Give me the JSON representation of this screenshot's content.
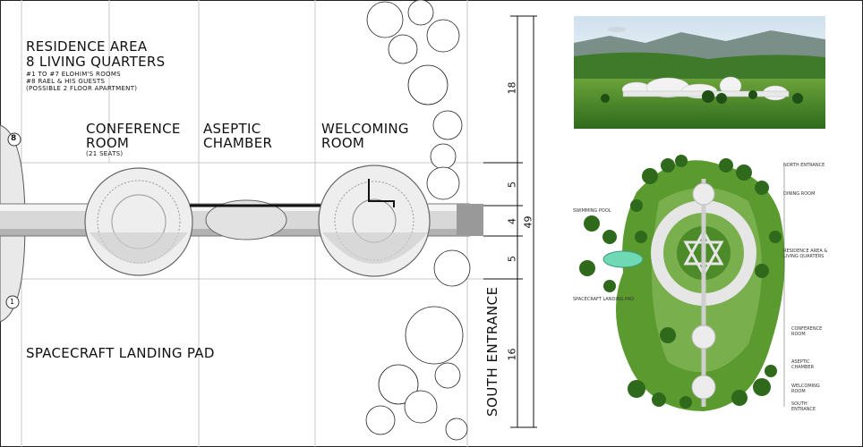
{
  "left_plan": {
    "residence_title": "RESIDENCE AREA",
    "residence_subtitle": "8 LIVING QUARTERS",
    "residence_note_1": "#1 TO #7 ELOHIM'S ROOMS",
    "residence_note_2": "#8 RAEL & HIS GUESTS",
    "residence_note_3": "(POSSIBLE 2 FLOOR APARTMENT)",
    "room_number_8": "8",
    "room_number_1": "1",
    "conference_line1": "CONFERENCE",
    "conference_line2": "ROOM",
    "conference_seats": "(21 SEATS)",
    "aseptic_line1": "ASEPTIC",
    "aseptic_line2": "CHAMBER",
    "welcoming_line1": "WELCOMING",
    "welcoming_line2": "ROOM",
    "landing_pad": "SPACECRAFT LANDING PAD",
    "south_entrance": "SOUTH ENTRANCE",
    "dimensions": {
      "d18": "18",
      "d5a": "5",
      "d4": "4",
      "d5b": "5",
      "d16": "16",
      "d49": "49"
    }
  },
  "site_plan": {
    "north_entrance": "NORTH ENTRANCE",
    "dining_room": "DINING ROOM",
    "swimming_pool": "SWIMMING POOL",
    "residence": "RESIDENCE AREA & LIVING QUARTERS",
    "landing_pad": "SPACECRAFT LANDING PAD",
    "conference": "CONFERENCE ROOM",
    "aseptic": "ASEPTIC CHAMBER",
    "welcoming": "WELCOMING ROOM",
    "south_entrance": "SOUTH ENTRANCE"
  },
  "colors": {
    "grass": "#4f8a2a",
    "grass_light": "#7fb04a",
    "tree": "#2f6a1c",
    "pool": "#6fd8b4",
    "sky": "#dfeaf2",
    "mountain": "#7a8f88"
  }
}
